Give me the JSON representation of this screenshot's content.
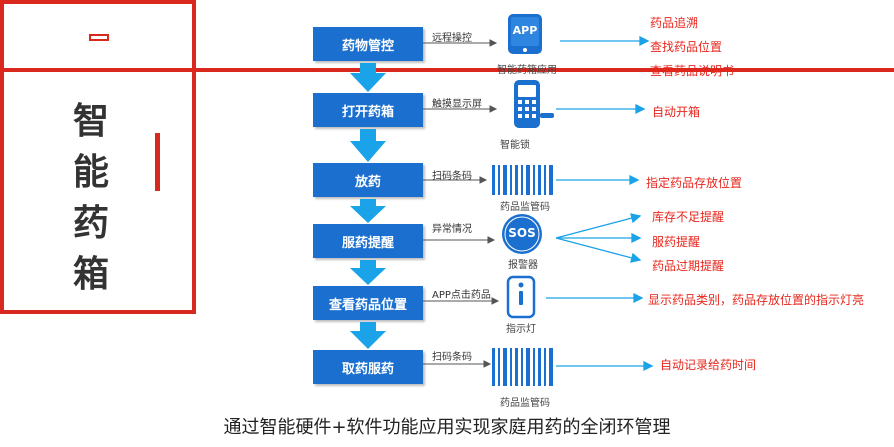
{
  "cabinet": {
    "title": "智能药箱"
  },
  "steps": [
    {
      "label": "药物管控",
      "action": "远程操控",
      "device": "智能药箱应用",
      "icon_text": "APP",
      "results": [
        "药品追溯",
        "查找药品位置",
        "查看药品说明书"
      ]
    },
    {
      "label": "打开药箱",
      "action": "触摸显示屏",
      "device": "智能锁",
      "results": [
        "自动开箱"
      ]
    },
    {
      "label": "放药",
      "action": "扫码条码",
      "device": "药品监管码",
      "results": [
        "指定药品存放位置"
      ]
    },
    {
      "label": "服药提醒",
      "action": "异常情况",
      "device": "报警器",
      "icon_text": "SOS",
      "results": [
        "库存不足提醒",
        "服药提醒",
        "药品过期提醒"
      ]
    },
    {
      "label": "查看药品位置",
      "action": "APP点击药品",
      "device": "指示灯",
      "results": [
        "显示药品类别，药品存放位置的指示灯亮"
      ]
    },
    {
      "label": "取药服药",
      "action": "扫码条码",
      "device": "药品监管码",
      "results": [
        "自动记录给药时间"
      ]
    }
  ],
  "caption": "通过智能硬件+软件功能应用实现家庭用药的全闭环管理",
  "colors": {
    "accent_blue": "#1a6fcf",
    "arrow_cyan": "#1aa3e8",
    "red": "#e8251c"
  }
}
